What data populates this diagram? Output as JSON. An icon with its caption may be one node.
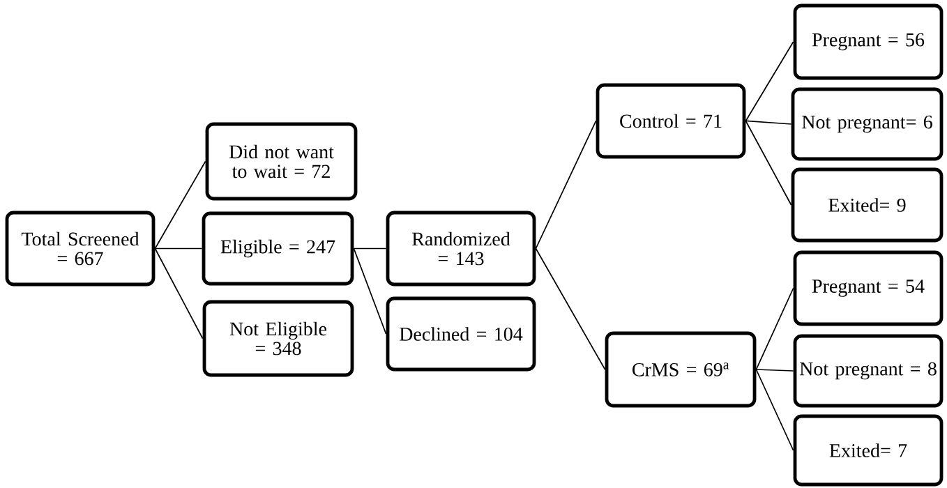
{
  "diagram": {
    "nodes": [
      {
        "text": [
          "Total Screened = 667"
        ]
      },
      {
        "text": [
          "Did not want to wait = 72"
        ]
      },
      {
        "text": [
          "Eligible = 247"
        ]
      },
      {
        "text": [
          "Not Eligible = 348"
        ]
      },
      {
        "text": [
          "Randomized = 143"
        ]
      },
      {
        "text": [
          "Declined = 104"
        ]
      },
      {
        "text": [
          "Control = 71"
        ]
      },
      {
        "text": [
          "CrMS = 69$^{a}$"
        ]
      },
      {
        "text": [
          "Pregnant = 56"
        ]
      },
      {
        "text": [
          "Not pregnant= 6"
        ]
      },
      {
        "text": [
          "Exited= 9"
        ]
      },
      {
        "text": [
          "Pregnant = 54"
        ]
      },
      {
        "text": [
          "Not pregnant = 8"
        ]
      },
      {
        "text": [
          "Exited= 7"
        ]
      }
    ],
    "edges": [
      {
        "from": 0,
        "to": 1,
        "arrow": "none"
      },
      {
        "from": 0,
        "to": 2,
        "arrow": "none"
      },
      {
        "from": 0,
        "to": 3,
        "arrow": "none"
      },
      {
        "from": 2,
        "to": 4,
        "arrow": "none"
      },
      {
        "from": 2,
        "to": 5,
        "arrow": "none"
      },
      {
        "from": 4,
        "to": 6,
        "arrow": "none"
      },
      {
        "from": 4,
        "to": 7,
        "arrow": "none"
      },
      {
        "from": 6,
        "to": 8,
        "arrow": "none"
      },
      {
        "from": 6,
        "to": 9,
        "arrow": "none"
      },
      {
        "from": 6,
        "to": 10,
        "arrow": "none"
      },
      {
        "from": 7,
        "to": 11,
        "arrow": "none"
      },
      {
        "from": 7,
        "to": 12,
        "arrow": "none"
      },
      {
        "from": 7,
        "to": 13,
        "arrow": "none"
      }
    ]
  }
}
